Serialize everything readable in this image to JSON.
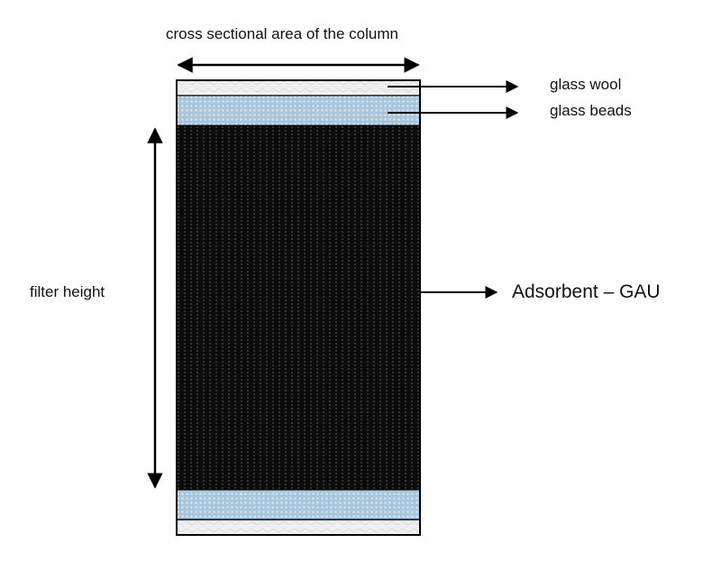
{
  "labels": {
    "cross_section": "cross sectional area of the column",
    "glass_wool": "glass wool",
    "glass_beads": "glass beads",
    "filter_height": "filter height",
    "adsorbent": "Adsorbent – GAU"
  },
  "colors": {
    "adsorbent": "#0b0b0b",
    "adsorbent_dots": "#cfcfcf",
    "glass_beads": "#a9c6dc",
    "glass_beads_dots": "#dde9f2",
    "glass_wool": "#ececec",
    "arrow": "#000000"
  }
}
